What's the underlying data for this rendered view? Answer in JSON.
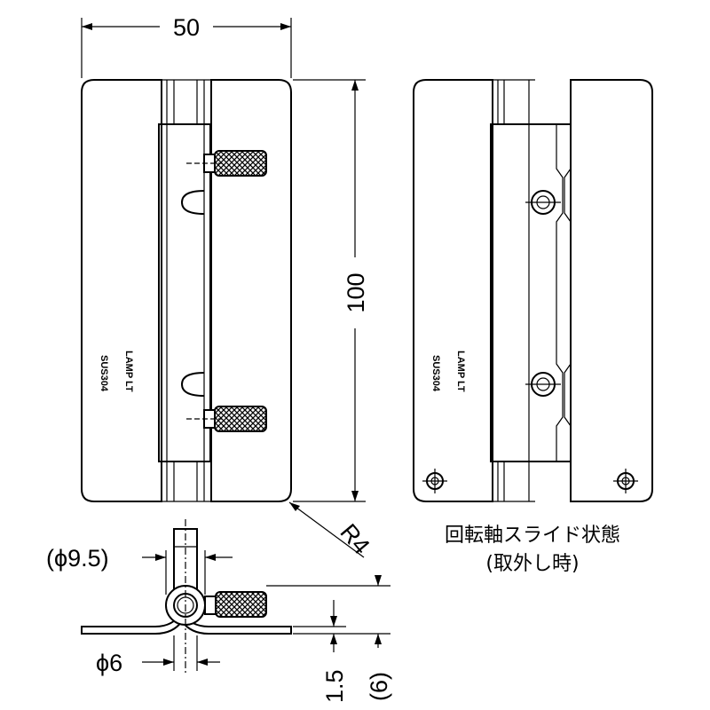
{
  "dimensions": {
    "width": "50",
    "height": "100",
    "radius": "R4",
    "knuckle_diameter": "(ϕ9.5)",
    "pin_diameter": "ϕ6",
    "plate_thickness": "1.5",
    "overall_thickness": "(6)"
  },
  "markings": {
    "brand": "LAMP LT",
    "material": "SUS304"
  },
  "caption": {
    "line1": "回転軸スライド状態",
    "line2": "(取外し時)"
  }
}
